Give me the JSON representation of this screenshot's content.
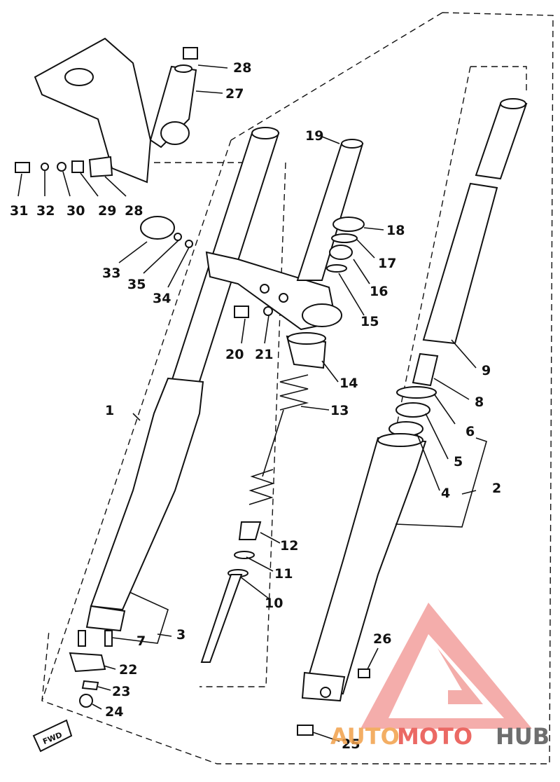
{
  "callouts": [
    "1",
    "2",
    "3",
    "4",
    "5",
    "6",
    "7",
    "8",
    "9",
    "10",
    "11",
    "12",
    "13",
    "14",
    "15",
    "16",
    "17",
    "18",
    "19",
    "20",
    "21",
    "22",
    "23",
    "24",
    "25",
    "26",
    "27",
    "28",
    "28",
    "29",
    "30",
    "31",
    "32",
    "33",
    "34",
    "35"
  ],
  "fwd_label": "FWD",
  "watermark": {
    "part1": "AUTO",
    "part2": "MOTO",
    "part3": "HUB",
    "color1": "#f2a04a",
    "color2": "#e8504a",
    "color3": "#555555",
    "logo_color": "#e8504a"
  }
}
